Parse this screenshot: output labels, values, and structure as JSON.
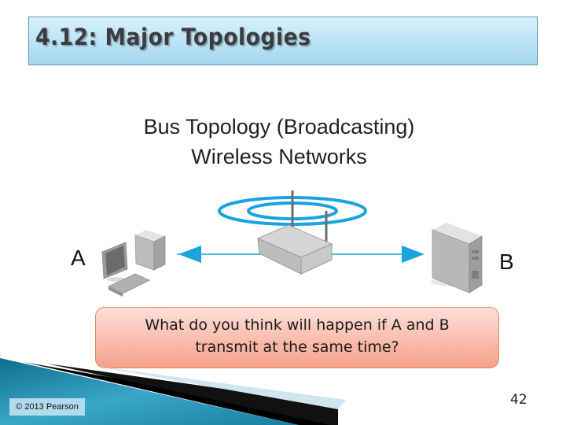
{
  "slide": {
    "title": "4.12: Major Topologies",
    "page_number": "42",
    "copyright": "© 2013 Pearson"
  },
  "diagram": {
    "title_line1": "Bus Topology (Broadcasting)",
    "title_line2": "Wireless Networks",
    "node_a_label": "A",
    "node_b_label": "B",
    "icons": [
      "desktop-computer-icon",
      "wireless-router-icon",
      "tower-computer-icon",
      "wireless-signal-icon"
    ],
    "colors": {
      "signal": "#1aa3df",
      "arrow": "#1aa3df",
      "device": "#a8a8a8"
    }
  },
  "callout": {
    "text_line1": "What do you think will happen if A and B",
    "text_line2": "transmit at the same time?"
  },
  "colors": {
    "title_bg_top": "#d8f1fc",
    "title_bg_bottom": "#a2d6ef",
    "callout_bg": "#f5a08a",
    "footer_teal": "#1a7f9c"
  }
}
